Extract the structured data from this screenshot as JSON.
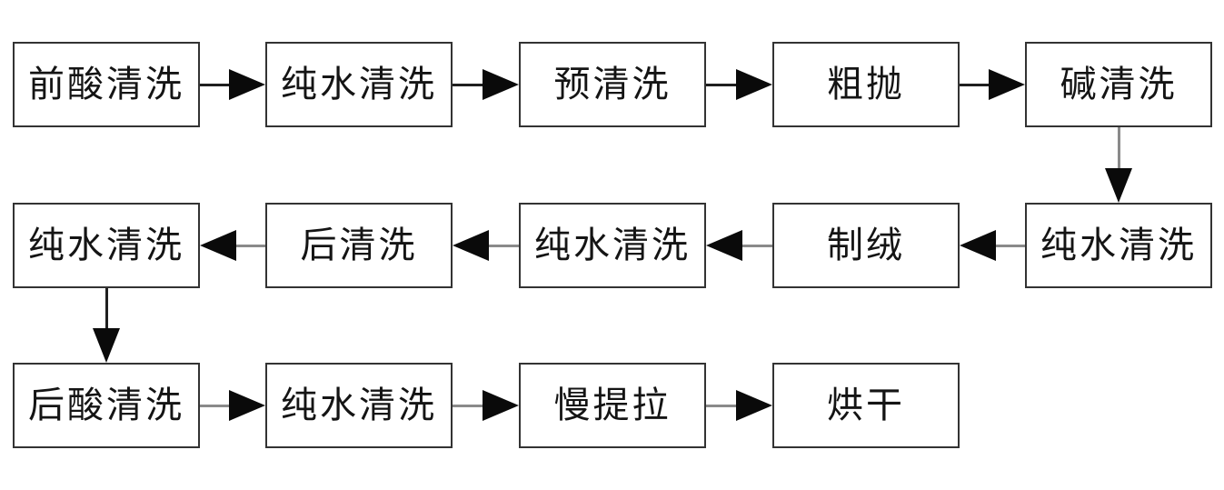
{
  "flow": {
    "rows": [
      {
        "direction": "left-to-right",
        "boxes": [
          "前酸清洗",
          "纯水清洗",
          "预清洗",
          "粗抛",
          "碱清洗"
        ]
      },
      {
        "direction": "right-to-left",
        "boxes": [
          "纯水清洗",
          "后清洗",
          "纯水清洗",
          "制绒",
          "纯水清洗"
        ]
      },
      {
        "direction": "left-to-right",
        "boxes": [
          "后酸清洗",
          "纯水清洗",
          "慢提拉",
          "烘干"
        ]
      }
    ],
    "vertical_connectors": [
      {
        "from": "碱清洗",
        "to": "纯水清洗"
      },
      {
        "from": "纯水清洗",
        "to": "后酸清洗"
      }
    ],
    "sequence": [
      "前酸清洗",
      "纯水清洗",
      "预清洗",
      "粗抛",
      "碱清洗",
      "纯水清洗",
      "制绒",
      "纯水清洗",
      "后清洗",
      "纯水清洗",
      "后酸清洗",
      "纯水清洗",
      "慢提拉",
      "烘干"
    ],
    "colors": {
      "background": "#ffffff",
      "box_border": "#333333",
      "arrow_head": "#0a0a0a",
      "arrow_line_dark": "#1f1f1f",
      "arrow_line_gray": "#8a8a8a"
    }
  }
}
